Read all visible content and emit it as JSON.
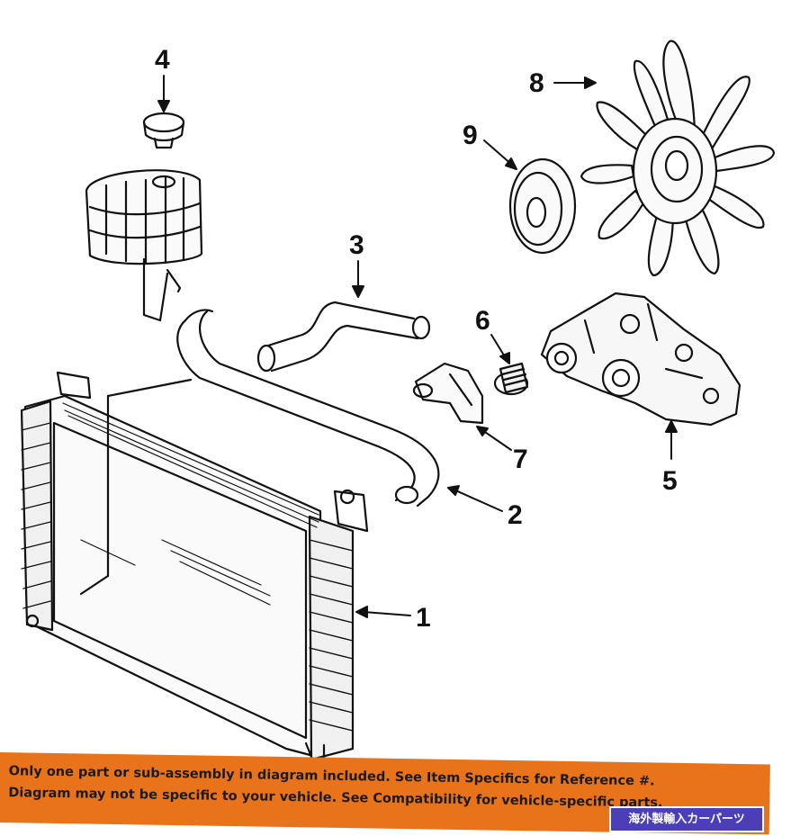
{
  "callouts": {
    "c1": "1",
    "c2": "2",
    "c3": "3",
    "c4": "4",
    "c5": "5",
    "c6": "6",
    "c7": "7",
    "c8": "8",
    "c9": "9"
  },
  "banner": {
    "line1": "Only one part or sub-assembly in diagram included. See Item Specifics for Reference #.",
    "line2": "Diagram may not be specific to your vehicle. See Compatibility for vehicle-specific parts."
  },
  "badge": {
    "text": "海外製輸入カーパーツ"
  },
  "colors": {
    "line": "#111111",
    "banner": "#e8731a",
    "badge": "#4a3fb7"
  }
}
